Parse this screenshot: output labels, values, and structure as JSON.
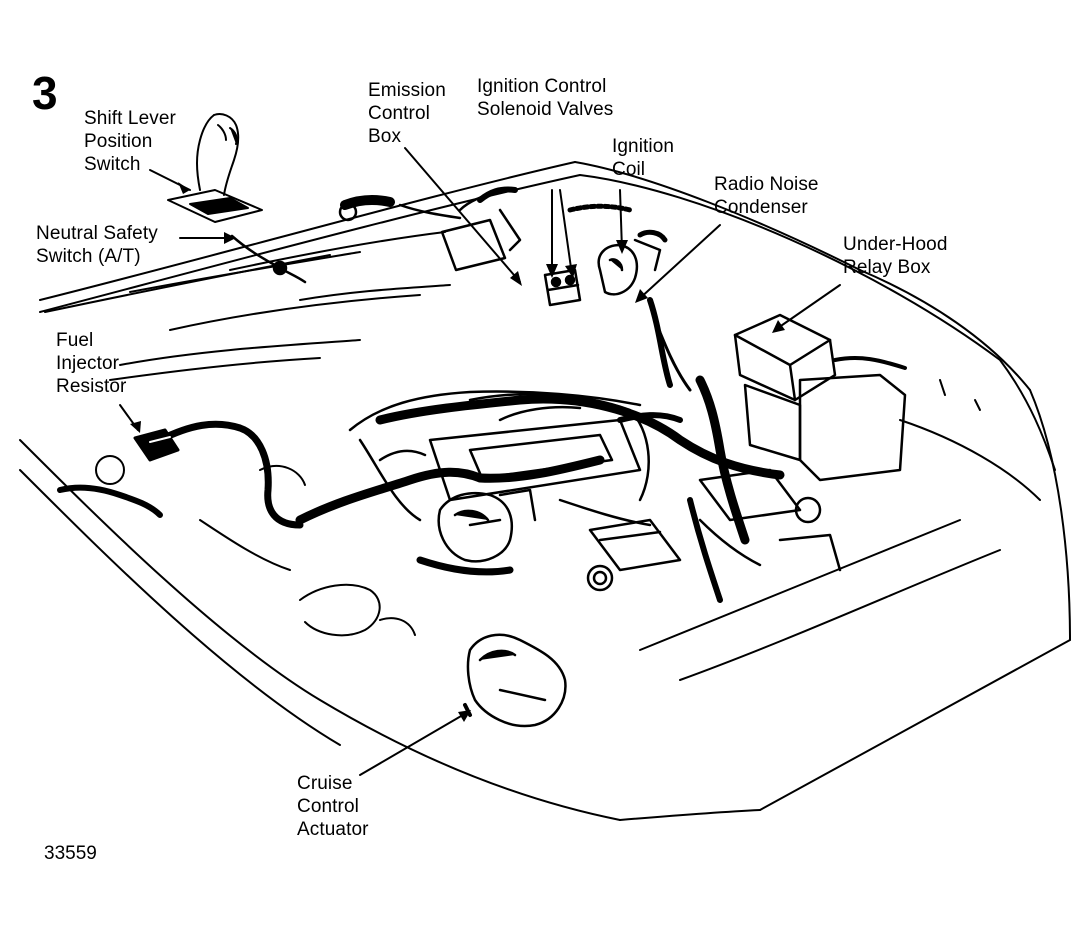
{
  "figure": {
    "number": "3",
    "reference_id": "33559"
  },
  "labels": {
    "shift_lever_position_switch": "Shift Lever\nPosition\nSwitch",
    "neutral_safety_switch": "Neutral Safety\nSwitch (A/T)",
    "fuel_injector_resistor": "Fuel\nInjector\nResistor",
    "emission_control_box": "Emission\nControl\nBox",
    "ignition_control_solenoid_valves": "Ignition Control\nSolenoid Valves",
    "ignition_coil": "Ignition\nCoil",
    "radio_noise_condenser": "Radio Noise\nCondenser",
    "under_hood_relay_box": "Under-Hood\nRelay Box",
    "cruise_control_actuator": "Cruise\nControl\nActuator"
  },
  "colors": {
    "ink": "#000000",
    "paper": "#ffffff"
  }
}
